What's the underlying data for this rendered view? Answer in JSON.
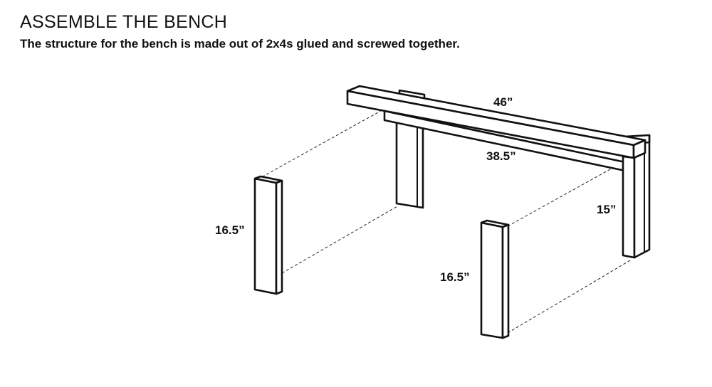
{
  "header": {
    "title": "ASSEMBLE THE BENCH",
    "subtitle": "The structure for the bench is made out of 2x4s glued and screwed together."
  },
  "dimensions": {
    "top_rail_length": "46”",
    "lower_rail_length": "38.5”",
    "right_leg_height": "15”",
    "left_loose_leg_height": "16.5”",
    "front_loose_leg_height": "16.5”"
  }
}
